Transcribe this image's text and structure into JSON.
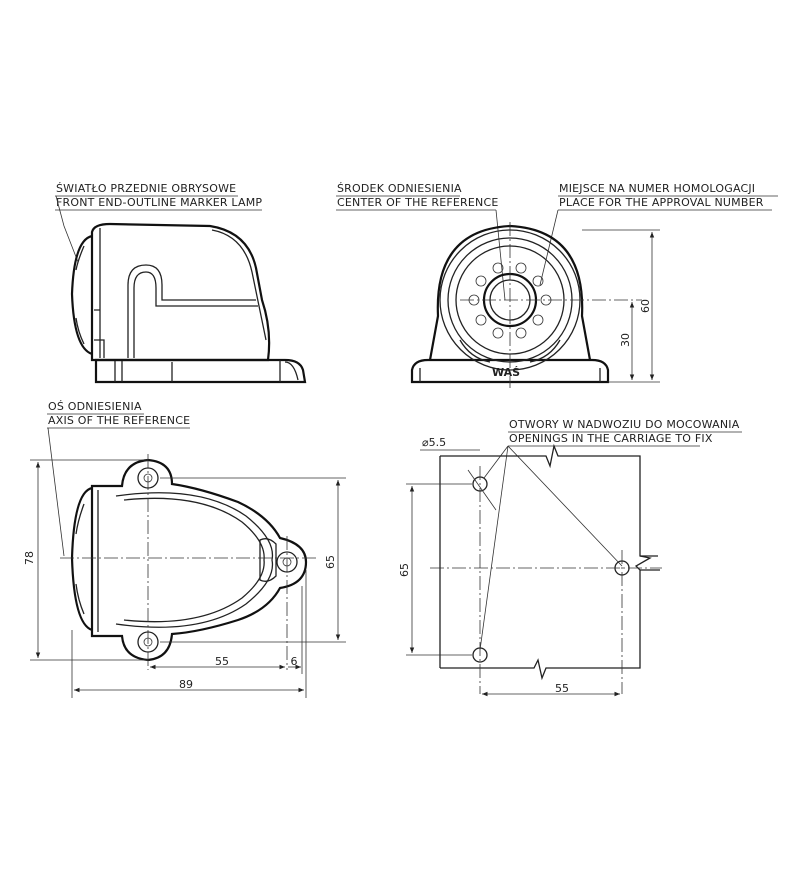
{
  "labels": {
    "front_lamp_pl": "ŚWIATŁO PRZEDNIE OBRYSOWE",
    "front_lamp_en": "FRONT END-OUTLINE MARKER LAMP",
    "center_ref_pl": "ŚRODEK ODNIESIENIA",
    "center_ref_en": "CENTER OF THE REFERENCE",
    "approval_pl": "MIEJSCE NA NUMER HOMOLOGACJI",
    "approval_en": "PLACE FOR THE APPROVAL NUMBER",
    "axis_ref_pl": "OŚ ODNIESIENIA",
    "axis_ref_en": "AXIS OF THE REFERENCE",
    "openings_pl": "OTWORY W NADWOZIU DO MOCOWANIA",
    "openings_en": "OPENINGS IN THE CARRIAGE TO FIX",
    "brand_mark": "WAŚ"
  },
  "dimensions": {
    "front_height": "60",
    "front_center_height": "30",
    "plan_width": "78",
    "plan_hole_span": "65",
    "plan_hole_offset": "55",
    "plan_hole_side": "6",
    "plan_length": "89",
    "hole_diameter": "⌀5.5",
    "pattern_height": "65",
    "pattern_width": "55"
  }
}
